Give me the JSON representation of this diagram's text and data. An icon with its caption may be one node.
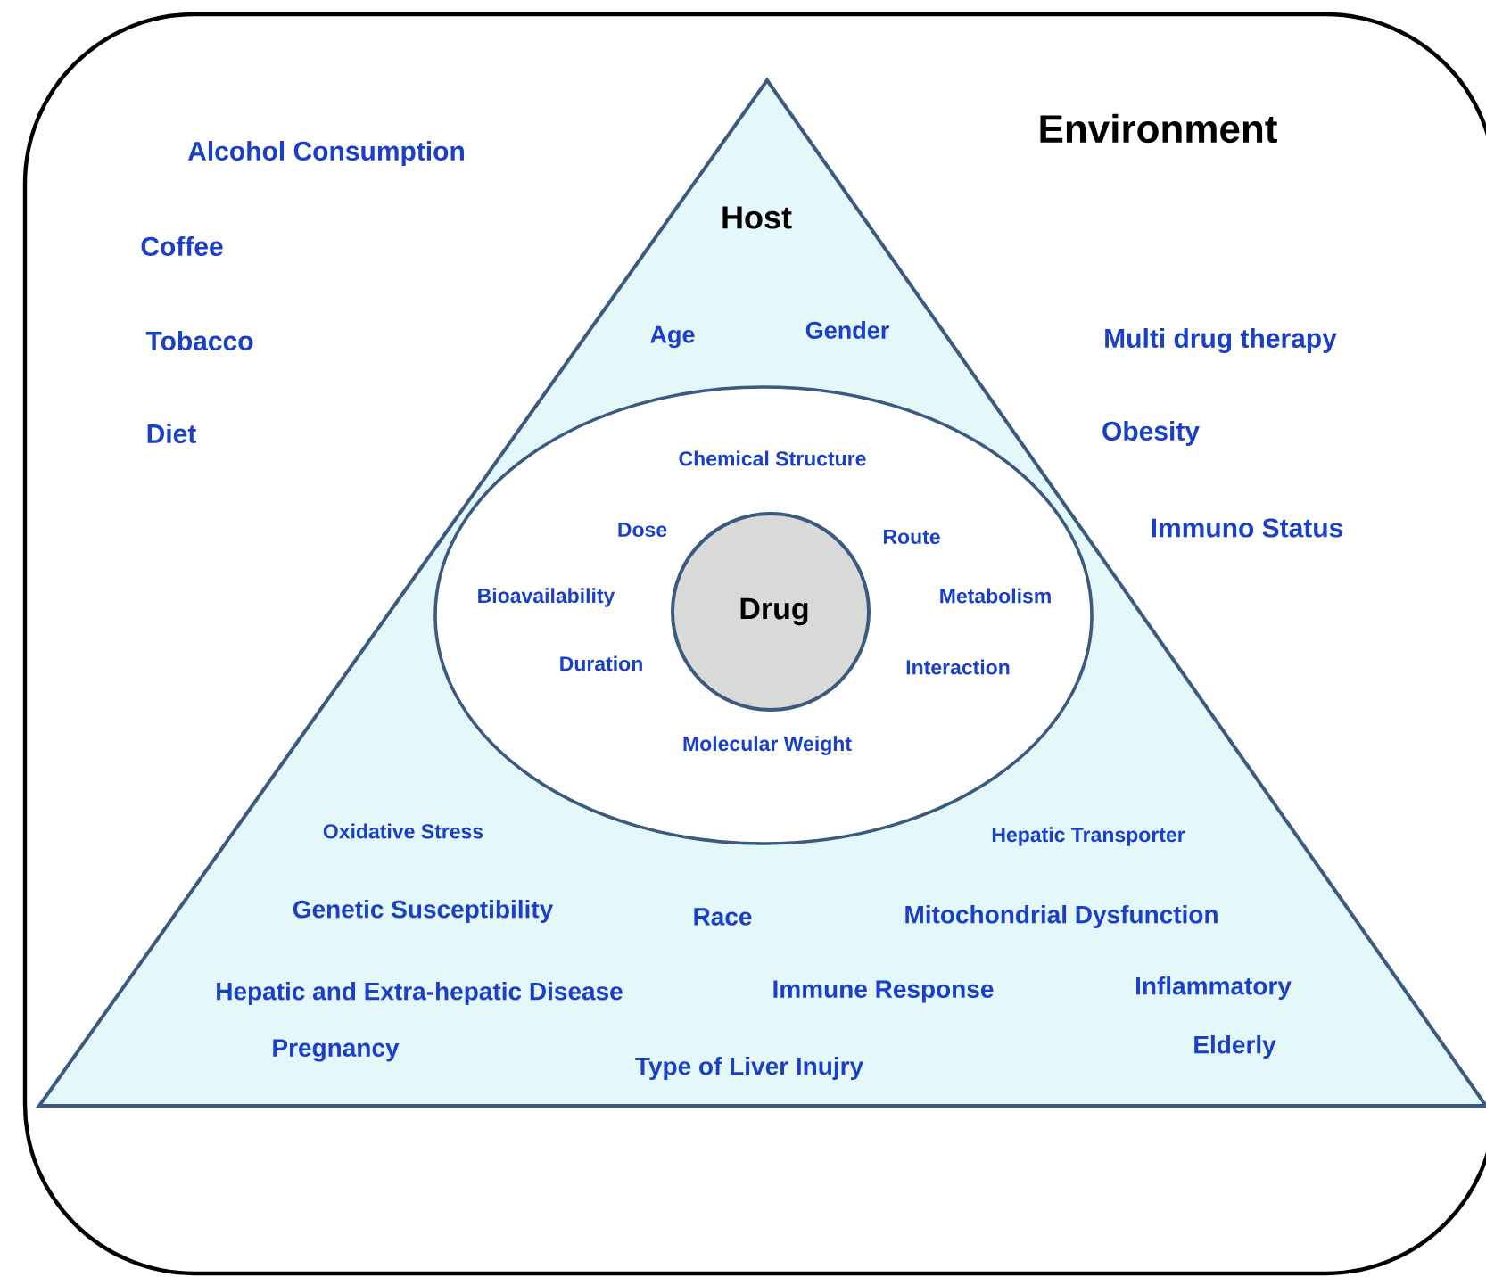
{
  "diagram": {
    "nodes": [
      {
        "text": [
          "Environment",
          "Alcohol Consumption",
          "Coffee",
          "Tobacco",
          "Diet",
          "Multi drug therapy",
          "Obesity",
          "Immuno Status"
        ]
      },
      {
        "text": [
          "Host",
          "Age",
          "Gender",
          "Oxidative Stress",
          "Hepatic  Transporter",
          "Genetic  Susceptibility",
          "Race",
          "Mitochondrial Dysfunction",
          "Hepatic and Extra-hepatic Disease",
          "Immune Response",
          "Inflammatory",
          "Pregnancy",
          "Type of Liver Inujry",
          "Elderly"
        ],
        "in": 0
      },
      {
        "text": [
          "Chemical  Structure",
          "Dose",
          "Route",
          "Bioavailability",
          "Metabolism",
          "Duration",
          "Interaction",
          "Molecular Weight"
        ],
        "in": 1
      },
      {
        "text": [
          "Drug"
        ],
        "in": 2
      }
    ]
  }
}
